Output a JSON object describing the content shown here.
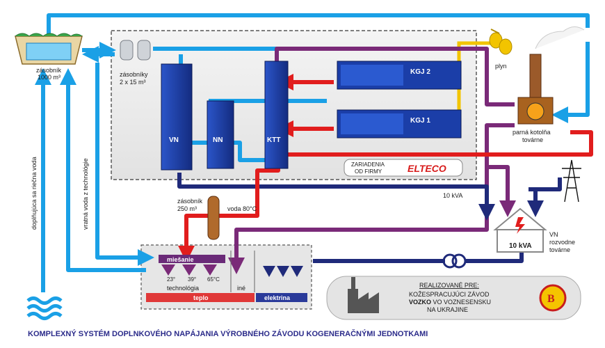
{
  "labels": {
    "reservoir_title": "zásobník",
    "reservoir_volume": "1000 m³",
    "small_tanks_title": "zásobníky",
    "small_tanks_volume": "2 x 15 m³",
    "gas": "plyn",
    "kgj2": "KGJ 2",
    "kgj1": "KGJ 1",
    "vn_cabinet": "VN",
    "nn_cabinet": "NN",
    "ktt_cabinet": "KTT",
    "boiler_line1": "parná kotolňa",
    "boiler_line2": "továrne",
    "elteco_line1": "ZARIADENIA",
    "elteco_line2": "OD FIRMY",
    "elteco_logo": "ELTECO",
    "power_10kva_line": "10 kVA",
    "tank250_title": "zásobník",
    "tank250_volume": "250 m³",
    "water80": "voda 80°C",
    "supply_water_vertical": "doplňujúca sa riečna voda",
    "return_water_vertical": "vratná voda z technológie",
    "mixing": "miešanie",
    "temp1": "23°",
    "temp2": "39°",
    "temp3": "65°C",
    "technology": "technológia",
    "other": "iné",
    "heat_bar": "teplo",
    "electricity_bar": "elektrina",
    "substation_kva": "10 kVA",
    "vn_line1": "VN",
    "vn_line2": "rozvodne",
    "vn_line3": "továrne",
    "realized_for": "REALIZOVANÉ PRE:",
    "plant_line1": "KOŽESPRACUJÚCI ZÁVOD",
    "plant_line2_bold": "VOZKO",
    "plant_line2_rest": " VO VOZNESENSKU",
    "plant_line3": "NA UKRAJINE",
    "footer_title": "KOMPLEXNÝ SYSTÉM DOPLNKOVÉHO NAPÁJANIA VÝROBNÉHO ZÁVODU KOGENERAČNÝMI JEDNOTKAMI"
  },
  "colors": {
    "water": "#1aa0e6",
    "hot": "#e11d1d",
    "purple": "#7a2a78",
    "navy": "#1f2a7a",
    "gas": "#f2c400",
    "equipment": "#1b3ea8",
    "heat_bar": "#e03838",
    "electricity_bar": "#2a3a9a",
    "footer_text": "#2b2b8a"
  }
}
